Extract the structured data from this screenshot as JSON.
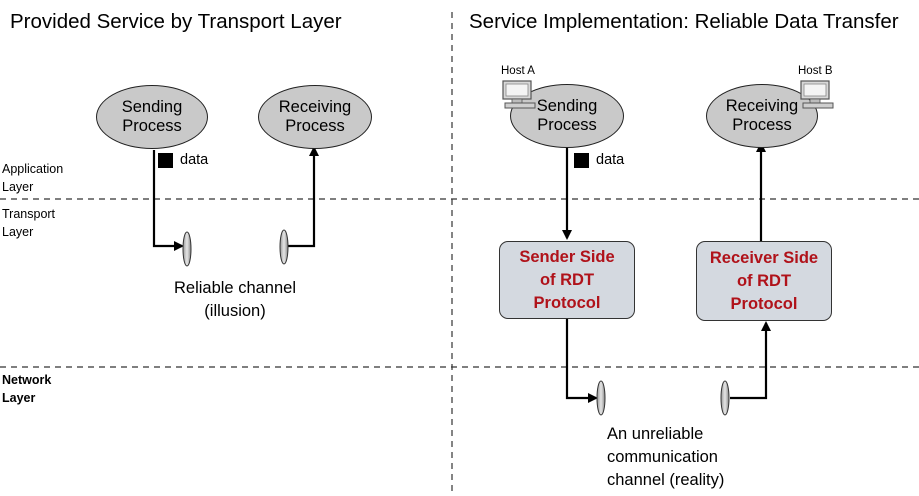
{
  "left_panel": {
    "title": "Provided Service by Transport Layer",
    "sending_process": {
      "line1": "Sending",
      "line2": "Process"
    },
    "receiving_process": {
      "line1": "Receiving",
      "line2": "Process"
    },
    "data_label": "data",
    "channel_caption": {
      "line1": "Reliable channel",
      "line2": "(illusion)"
    }
  },
  "right_panel": {
    "title": "Service Implementation: Reliable Data Transfer",
    "host_a": "Host A",
    "host_b": "Host B",
    "sending_process": {
      "line1": "Sending",
      "line2": "Process"
    },
    "receiving_process": {
      "line1": "Receiving",
      "line2": "Process"
    },
    "data_label": "data",
    "sender_box": {
      "line1": "Sender Side",
      "line2": "of RDT",
      "line3": "Protocol"
    },
    "receiver_box": {
      "line1": "Receiver Side",
      "line2": "of RDT",
      "line3": "Protocol"
    },
    "channel_caption": {
      "line1": "An unreliable",
      "line2": "communication",
      "line3": "channel (reality)"
    }
  },
  "layers": {
    "application": {
      "line1": "Application",
      "line2": "Layer"
    },
    "transport": {
      "line1": "Transport",
      "line2": "Layer"
    },
    "network": {
      "line1": "Network",
      "line2": "Layer"
    }
  },
  "colors": {
    "process_fill": "#c9c9c9",
    "rdt_box_fill": "#d4d9e0",
    "rdt_text": "#b0121a",
    "dashed_line": "#333333"
  },
  "icons": [
    "computer-icon"
  ]
}
